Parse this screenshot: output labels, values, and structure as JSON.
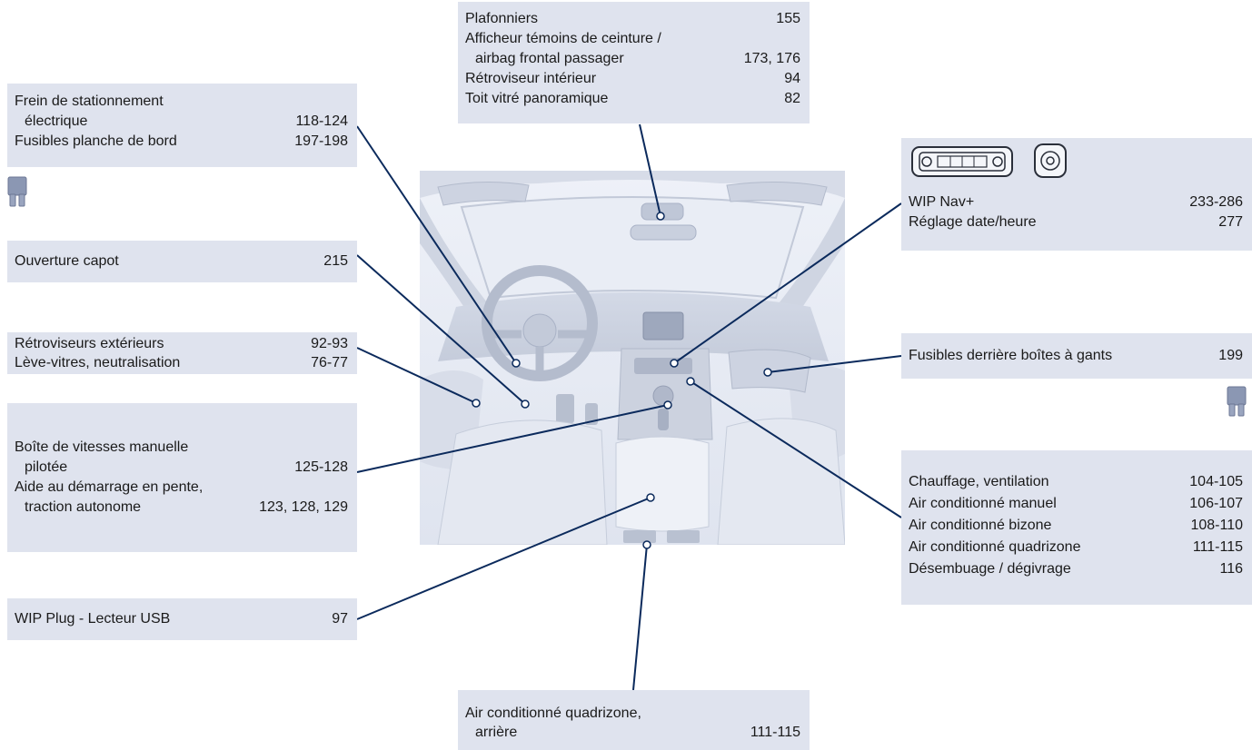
{
  "boxes": {
    "plafonniers": {
      "rows": [
        {
          "label": "Plafonniers",
          "page": "155"
        },
        {
          "label": "Afficheur témoins de ceinture /",
          "page": ""
        },
        {
          "label": "airbag frontal passager",
          "page": "173, 176"
        },
        {
          "label": "Rétroviseur intérieur",
          "page": "94"
        },
        {
          "label": "Toit vitré panoramique",
          "page": "82"
        }
      ]
    },
    "frein": {
      "rows": [
        {
          "label": "Frein de stationnement",
          "page": ""
        },
        {
          "label": "électrique",
          "page": "118-124"
        },
        {
          "label": "Fusibles planche de bord",
          "page": "197-198"
        }
      ]
    },
    "capot": {
      "rows": [
        {
          "label": "Ouverture capot",
          "page": "215"
        }
      ]
    },
    "retro": {
      "rows": [
        {
          "label": "Rétroviseurs extérieurs",
          "page": "92-93"
        },
        {
          "label": "Lève-vitres, neutralisation",
          "page": "76-77"
        }
      ]
    },
    "boite": {
      "rows": [
        {
          "label": "Boîte de vitesses manuelle",
          "page": ""
        },
        {
          "label": "pilotée",
          "page": "125-128"
        },
        {
          "label": "Aide au démarrage en pente,",
          "page": ""
        },
        {
          "label": "traction autonome",
          "page": "123, 128, 129"
        }
      ]
    },
    "wipplug": {
      "rows": [
        {
          "label": "WIP Plug - Lecteur USB",
          "page": "97"
        }
      ]
    },
    "wipnav": {
      "rows": [
        {
          "label": "WIP Nav+",
          "page": "233-286"
        },
        {
          "label": "Réglage date/heure",
          "page": "277"
        }
      ]
    },
    "fusibles": {
      "rows": [
        {
          "label": "Fusibles derrière boîtes à gants",
          "page": "199"
        }
      ]
    },
    "chauffage": {
      "rows": [
        {
          "label": "Chauffage, ventilation",
          "page": "104-105"
        },
        {
          "label": "Air conditionné manuel",
          "page": "106-107"
        },
        {
          "label": "Air conditionné bizone",
          "page": "108-110"
        },
        {
          "label": "Air conditionné quadrizone",
          "page": "111-115"
        },
        {
          "label": "Désembuage / dégivrage",
          "page": "116"
        }
      ]
    },
    "arriere": {
      "rows": [
        {
          "label": "Air conditionné quadrizone,",
          "page": ""
        },
        {
          "label": "arrière",
          "page": "111-115"
        }
      ]
    }
  },
  "icons": {
    "fuse": "fuse-icon",
    "radio": "radio-control-panel-icon",
    "navknob": "navigation-knob-icon"
  },
  "colors": {
    "box_background": "#dfe3ee",
    "leader_line": "#0b2a5c",
    "interior_tint": "#e6eaf4",
    "text": "#1a1a1a"
  }
}
